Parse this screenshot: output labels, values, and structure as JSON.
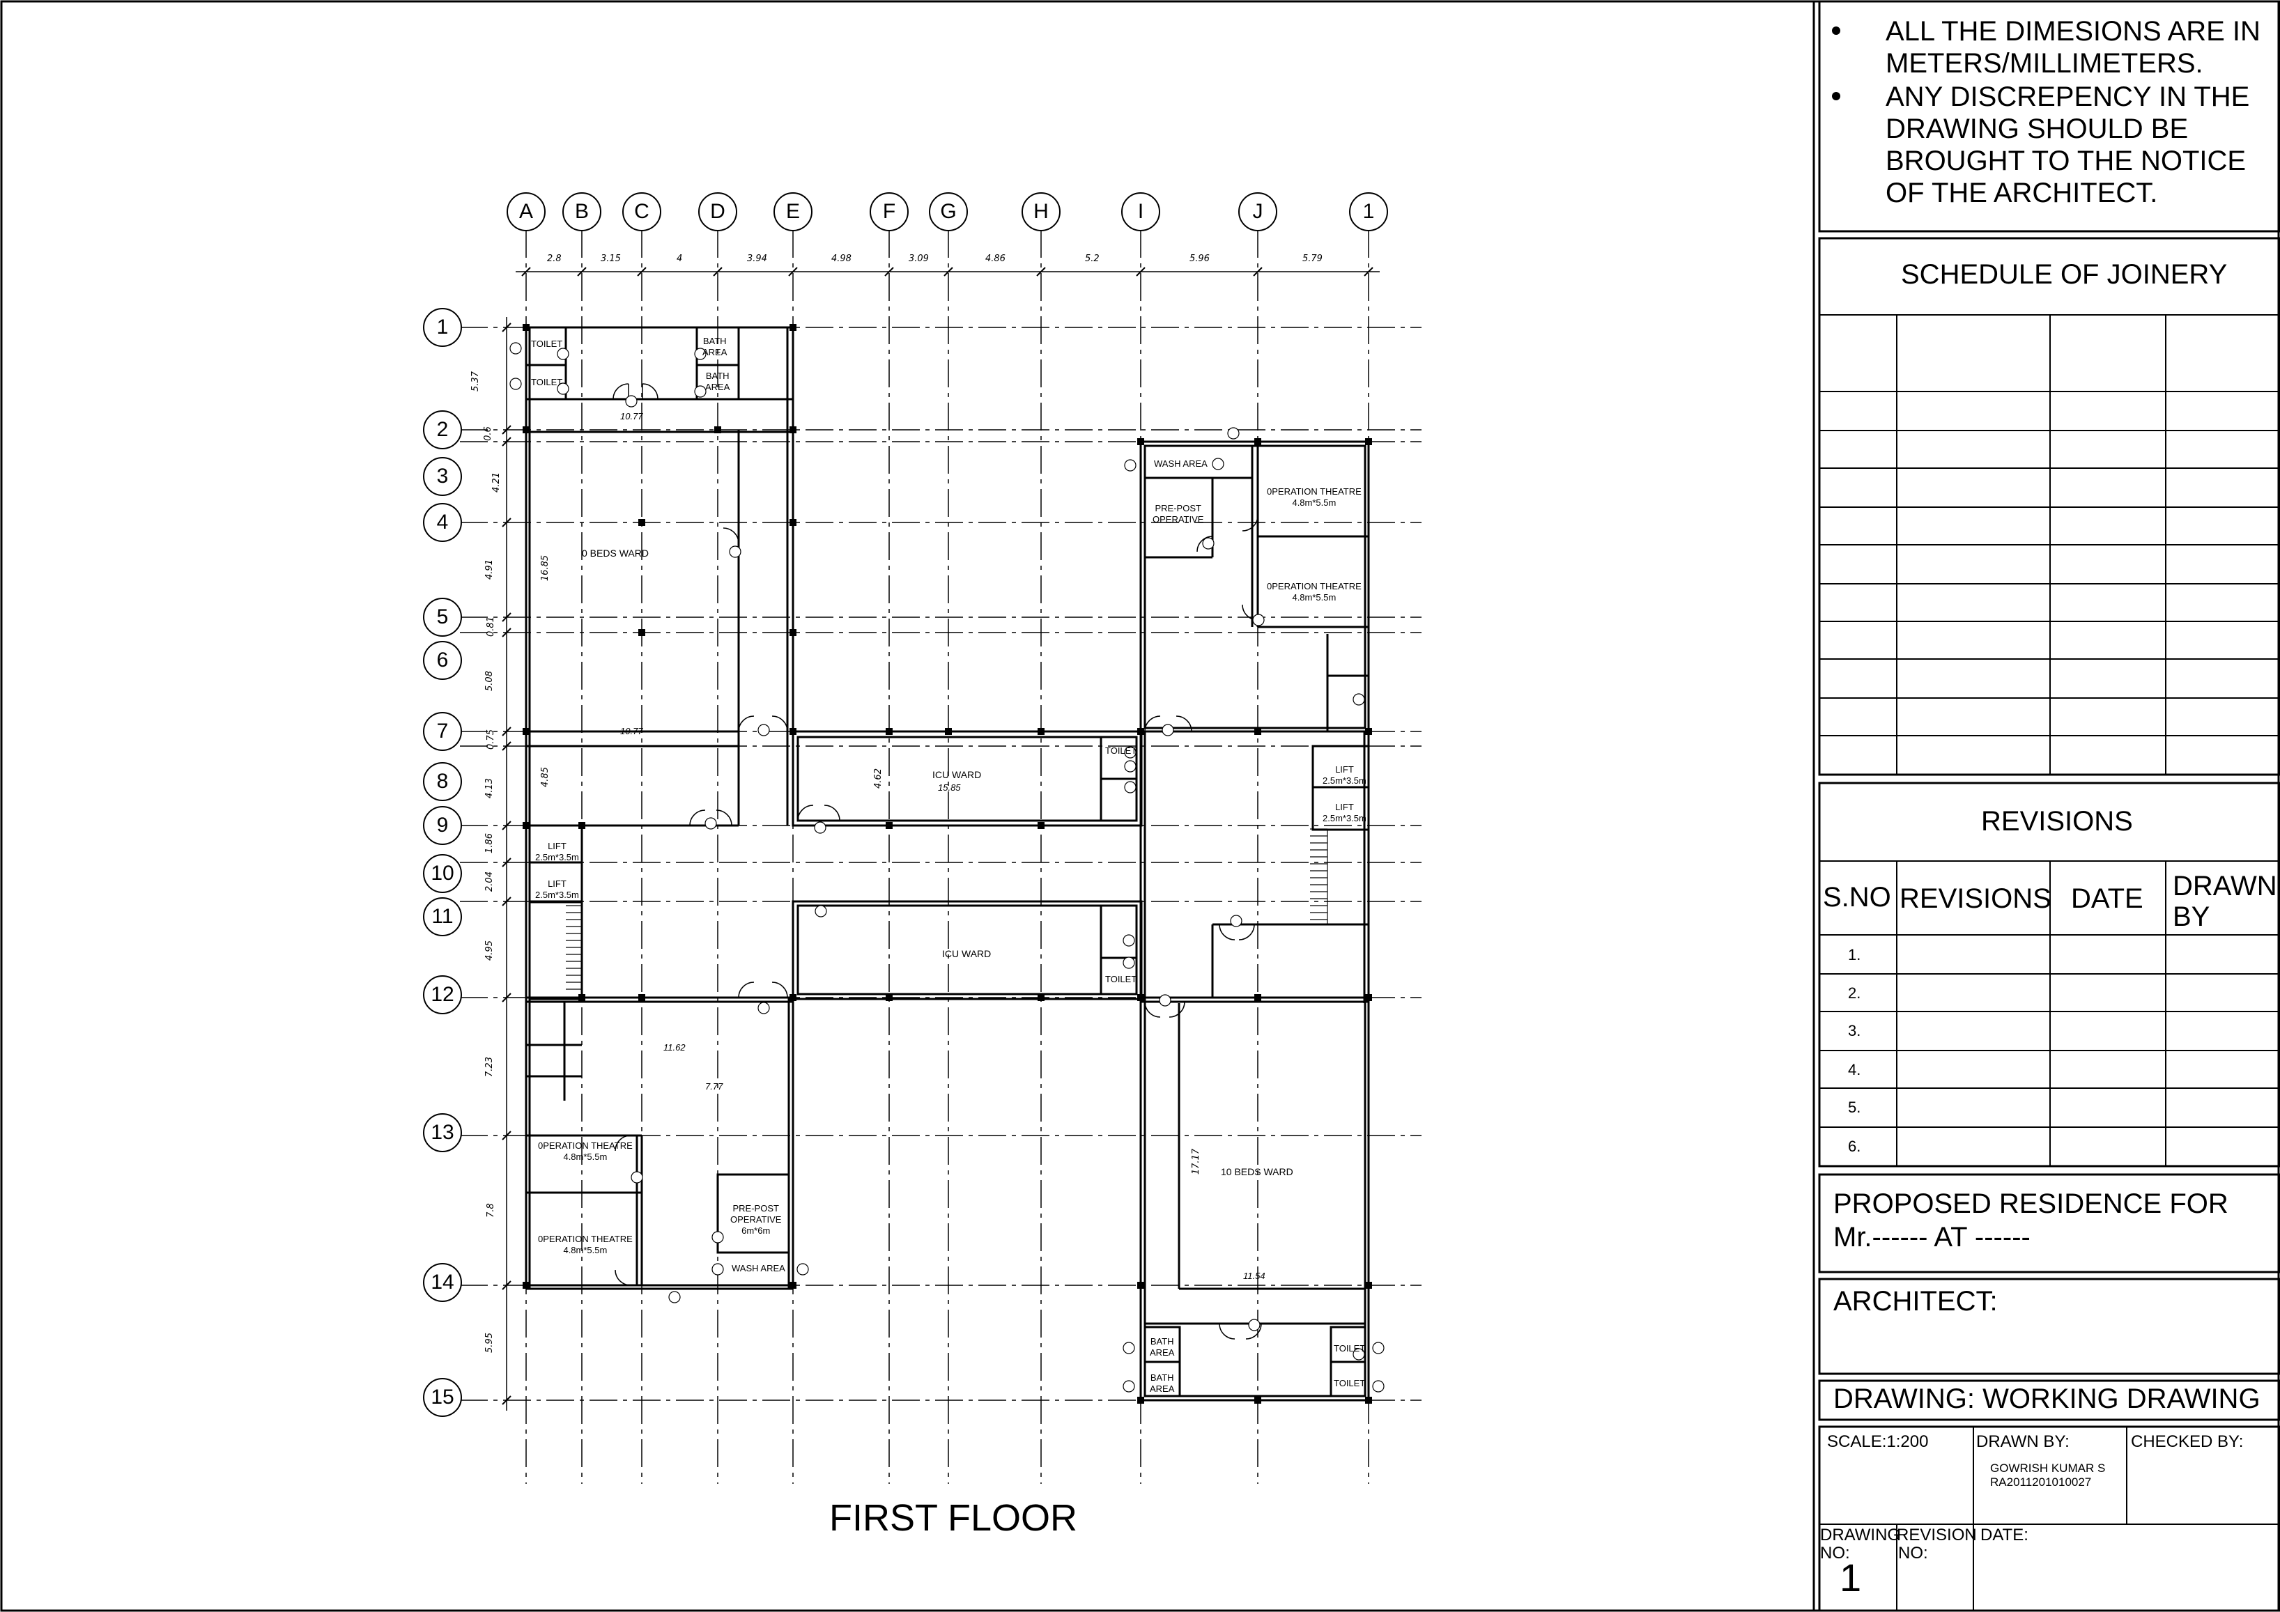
{
  "notes": [
    "ALL THE DIMESIONS ARE IN",
    "METERS/MILLIMETERS.",
    "ANY DISCREPENCY IN THE",
    "DRAWING SHOULD BE",
    "BROUGHT TO THE NOTICE",
    "OF THE ARCHITECT."
  ],
  "schedule_title": "SCHEDULE OF JOINERY",
  "revisions": {
    "title": "REVISIONS",
    "headers": [
      "S.NO",
      "REVISIONS",
      "DATE",
      "DRAWN",
      "BY"
    ],
    "rows": [
      "1.",
      "2.",
      "3.",
      "4.",
      "5.",
      "6."
    ]
  },
  "project": {
    "line1": "PROPOSED RESIDENCE FOR",
    "line2": "Mr.------ AT ------"
  },
  "architect_label": "ARCHITECT:",
  "drawing_label": "DRAWING: WORKING DRAWING",
  "title_block": {
    "scale": "SCALE:1:200",
    "drawn_by_label": "DRAWN BY:",
    "drawn_by_name": "GOWRISH KUMAR S",
    "drawn_by_id": "RA2011201010027",
    "checked_by": "CHECKED BY:",
    "drawing_no_label_1": "DRAWING",
    "drawing_no_label_2": "NO:",
    "revision_no_label_1": "REVISION",
    "revision_no_label_2": "NO:",
    "date_label": "DATE:",
    "drawing_no": "1"
  },
  "floor_title": "FIRST FLOOR",
  "grid_columns": [
    "A",
    "B",
    "C",
    "D",
    "E",
    "F",
    "G",
    "H",
    "I",
    "J",
    "1"
  ],
  "grid_rows": [
    "1",
    "2",
    "3",
    "4",
    "5",
    "6",
    "7",
    "8",
    "9",
    "10",
    "11",
    "12",
    "13",
    "14",
    "15"
  ],
  "column_dims": [
    "2.8",
    "3.15",
    "4",
    "3.94",
    "4.98",
    "3.09",
    "4.86",
    "5.2",
    "5.96",
    "5.79"
  ],
  "row_dims": [
    "5.37",
    "0.6",
    "4.21",
    "4.91",
    "0.81",
    "5.08",
    "0.75",
    "4.13",
    "1.86",
    "2.04",
    "4.95",
    "7.23",
    "7.8",
    "5.95"
  ],
  "rooms": {
    "toilet1": "TOILET",
    "toilet2": "TOILET",
    "bath1": "BATH\nAREA",
    "bath2": "BATH\nAREA",
    "ward_top": "0 BEDS WARD",
    "dim_1077": "10.77",
    "dim_1685": "16.85",
    "dim_1077b": "10.77",
    "dim_485": "4.85",
    "lift1": "LIFT\n2.5m*3.5m",
    "lift2": "LIFT\n2.5m*3.5m",
    "dim_1162": "11.62",
    "dim_777": "7.77",
    "dim_723": "7.23",
    "ot_a": "0PERATION THEATRE\n4.8m*5.5m",
    "ot_b": "0PERATION THEATRE\n4.8m*5.5m",
    "prepost_a": "PRE-POST\nOPERATIVE\n6m*6m",
    "wash_a": "WASH AREA",
    "icu1": "ICU WARD",
    "dim_1585": "15.85",
    "dim_462": "4.62",
    "icu2": "ICU WARD",
    "wash_b": "WASH AREA",
    "prepost_b": "PRE-POST\nOPERATIVE",
    "ot_c": "0PERATION THEATRE\n4.8m*5.5m",
    "ot_d": "0PERATION THEATRE\n4.8m*5.5m",
    "lift3": "LIFT\n2.5m*3.5m",
    "lift4": "LIFT\n2.5m*3.5m",
    "toilet3": "TOILET",
    "toilet4": "TOILET",
    "ward_bottom": "10 BEDS WARD",
    "dim_1717": "17.17",
    "dim_1154": "11.54",
    "bath3": "BATH\nAREA",
    "bath4": "BATH\nAREA",
    "toilet5": "TOILET",
    "toilet6": "TOILET"
  }
}
